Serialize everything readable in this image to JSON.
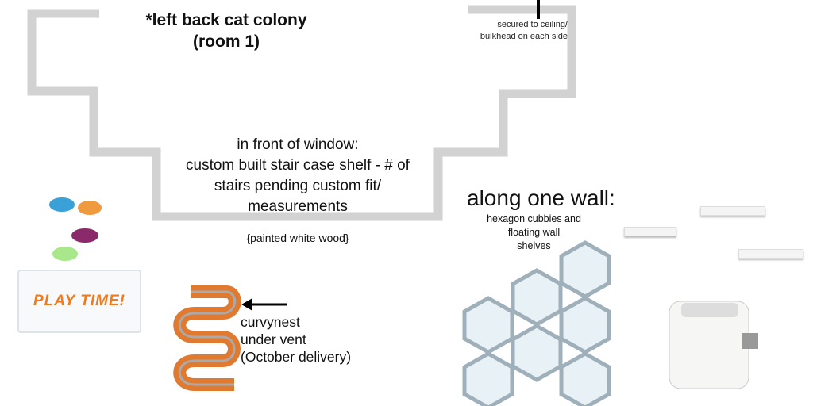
{
  "title": {
    "line1": "*left back cat colony",
    "line2": "(room 1)"
  },
  "ceiling_note": {
    "line1": "secured to ceiling/",
    "line2": "bulkhead on each side"
  },
  "staircase": {
    "line1": "in front of window:",
    "line2": "custom built stair case shelf - # of",
    "line3": "stairs pending custom fit/",
    "line4": "measurements",
    "material": "{painted white wood}"
  },
  "wall": {
    "heading": "along one wall:",
    "line1": "hexagon cubbies and",
    "line2": "floating wall",
    "line3": "shelves"
  },
  "curvynest": {
    "line1": "curvynest",
    "line2": "under vent",
    "line3": "(October delivery)"
  },
  "toy_bin": {
    "label": "PLAY TIME!"
  },
  "colors": {
    "outline": "#d2d2d2",
    "accent": "#f07a1c"
  }
}
